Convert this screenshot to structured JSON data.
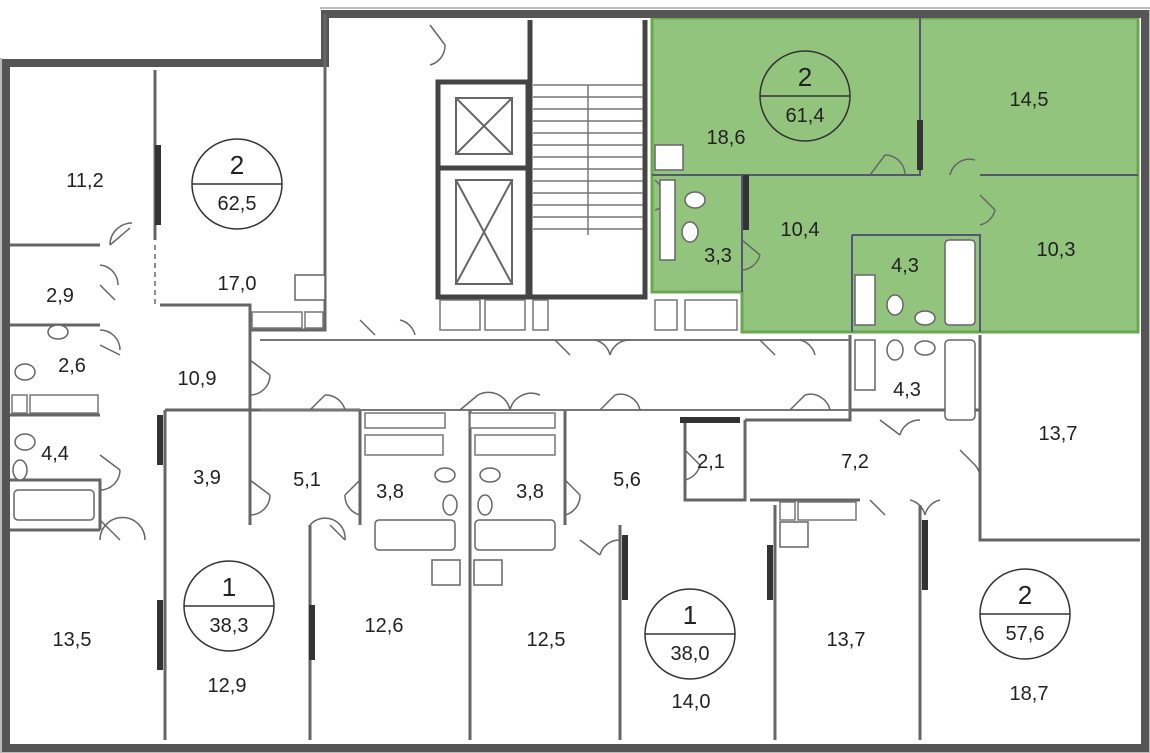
{
  "floor_plan": {
    "highlight_color": "#93c47d",
    "highlight_stroke": "#6aa84f",
    "apartments": [
      {
        "id": "apt-top-right",
        "rooms": "2",
        "area": "61,4",
        "highlighted": true
      },
      {
        "id": "apt-top-left",
        "rooms": "2",
        "area": "62,5",
        "highlighted": false
      },
      {
        "id": "apt-bottom-left",
        "rooms": "1",
        "area": "38,3",
        "highlighted": false
      },
      {
        "id": "apt-bottom-middle",
        "rooms": "1",
        "area": "38,0",
        "highlighted": false
      },
      {
        "id": "apt-bottom-right",
        "rooms": "2",
        "area": "57,6",
        "highlighted": false
      }
    ],
    "room_areas": {
      "r_11_2": "11,2",
      "r_17_0": "17,0",
      "r_2_9": "2,9",
      "r_2_6": "2,6",
      "r_10_9": "10,9",
      "r_4_4": "4,4",
      "r_3_9": "3,9",
      "r_5_1": "5,1",
      "r_3_8a": "3,8",
      "r_3_8b": "3,8",
      "r_5_6": "5,6",
      "r_2_1": "2,1",
      "r_18_6": "18,6",
      "r_14_5": "14,5",
      "r_3_3": "3,3",
      "r_10_4": "10,4",
      "r_4_3a": "4,3",
      "r_10_3": "10,3",
      "r_4_3b": "4,3",
      "r_7_2": "7,2",
      "r_13_7a": "13,7",
      "r_13_5": "13,5",
      "r_12_9": "12,9",
      "r_12_6": "12,6",
      "r_12_5": "12,5",
      "r_14_0": "14,0",
      "r_13_7b": "13,7",
      "r_18_7": "18,7"
    }
  }
}
